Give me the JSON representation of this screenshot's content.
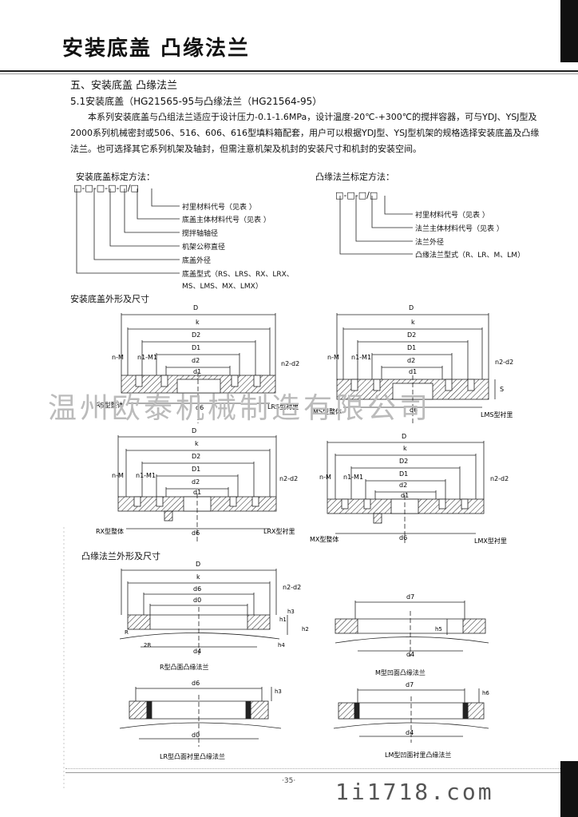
{
  "header": {
    "title": "安装底盖  凸缘法兰"
  },
  "section": {
    "heading": "五、安装底盖 凸缘法兰",
    "sub": "5.1安装底盖（HG21565-95与凸缘法兰（HG21564-95）",
    "para": "本系列安装底盖与凸组法兰适应于设计压力-0.1-1.6MPa，设计温度-20℃-+300℃的搅拌容器，可与YDJ、YSJ型及2000系列机械密封或506、516、606、616型填料箱配套，用户可以根据YDJ型、YSJ型机架的规格选择安装底盖及凸缘法兰。也可选择其它系列机架及轴封，但需注意机架及机封的安装尺寸和机封的安装空间。"
  },
  "cover_method": {
    "title": "安装底盖标定方法：",
    "code": "□-□-□-□-□/□",
    "items": [
      "衬里材料代号（见表    ）",
      "底盖主体材料代号（见表    ）",
      "搅拌轴轴径",
      "机架公称直径",
      "底盖外径",
      "底盖型式（RS、LRS、RX、LRX、",
      "MS、LMS、MX、LMX）"
    ]
  },
  "flange_method": {
    "title": "凸缘法兰标定方法：",
    "code": "□-□-□/□",
    "items": [
      "衬里材料代号（见表       ）",
      "法兰主体材料代号（见表       ）",
      "法兰外径",
      "凸缘法兰型式（R、LR、M、LM）"
    ]
  },
  "cover_fig": {
    "title": "安装底盖外形及尺寸",
    "dims": {
      "D": "D",
      "k": "k",
      "D2": "D2",
      "D1": "D1",
      "d2": "d2",
      "d1": "d1",
      "d6": "d6",
      "nM": "n-M",
      "n1M1": "n1-M1",
      "n2d2": "n2-d2",
      "S": "S"
    },
    "captions": {
      "rs": "RS型整体",
      "lrs": "LRS型衬里",
      "ms": "MS型整体",
      "lms": "LMS型衬里",
      "rx": "RX型整体",
      "lrx": "LRX型衬里",
      "mx": "MX型整体",
      "lmx": "LMX型衬里"
    }
  },
  "flange_fig": {
    "title": "凸缘法兰外形及尺寸",
    "dims": {
      "D": "D",
      "k": "k",
      "d6": "d6",
      "d0": "d0",
      "d4": "d4",
      "d7": "d7",
      "n2d2": "n2-d2",
      "h1": "h1",
      "h2": "h2",
      "h3": "h3",
      "h4": "h4",
      "h5": "h5",
      "h6": "h6",
      "R": "R",
      "R2": "2R"
    },
    "captions": {
      "r": "R型凸面凸缘法兰",
      "m": "M型凹面凸缘法兰",
      "lr": "LR型凸面衬里凸缘法兰",
      "lm": "LM型凹面衬里凸缘法兰"
    }
  },
  "watermark": "温州欧泰机械制造有限公司",
  "footer": {
    "page": "·35·",
    "site": "1i1718.com"
  }
}
